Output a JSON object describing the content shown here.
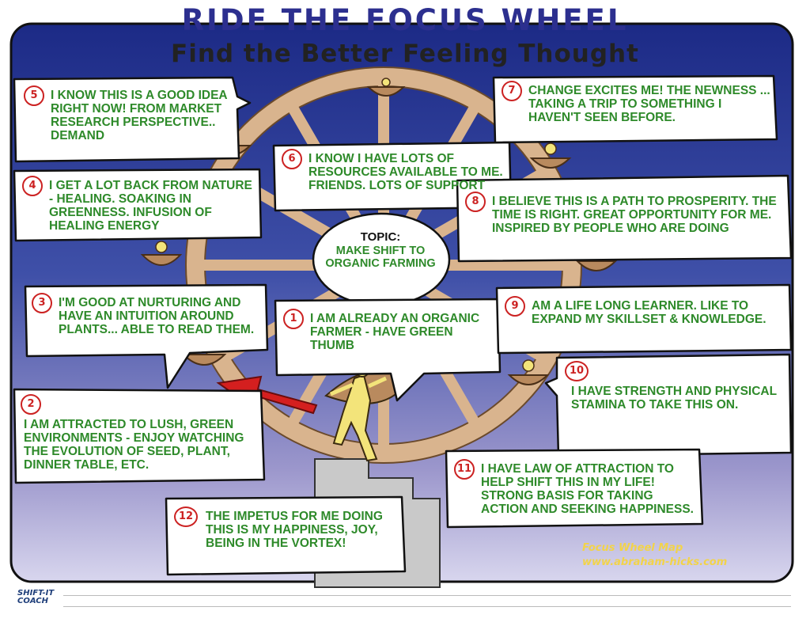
{
  "header": {
    "title": "RIDE THE FOCUS WHEEL",
    "subtitle": "Find the Better Feeling Thought"
  },
  "topic": {
    "label": "TOPIC:",
    "text": "MAKE SHIFT TO ORGANIC FARMING"
  },
  "thoughts": [
    {
      "number": "1",
      "text": "I AM ALREADY AN ORGANIC FARMER - HAVE GREEN THUMB"
    },
    {
      "number": "2",
      "text": "I AM ATTRACTED TO LUSH, GREEN ENVIRONMENTS - ENJOY WATCHING THE EVOLUTION OF SEED, PLANT, DINNER TABLE, ETC."
    },
    {
      "number": "3",
      "text": "I'M GOOD AT NURTURING AND HAVE AN INTUITION AROUND PLANTS... ABLE TO READ THEM."
    },
    {
      "number": "4",
      "text": "I GET A LOT BACK FROM NATURE - HEALING. SOAKING IN GREENNESS. INFUSION OF HEALING ENERGY"
    },
    {
      "number": "5",
      "text": "I KNOW THIS IS A GOOD IDEA RIGHT NOW! FROM MARKET RESEARCH PERSPECTIVE.. DEMAND"
    },
    {
      "number": "6",
      "text": "I KNOW I HAVE LOTS OF RESOURCES AVAILABLE TO ME. FRIENDS. LOTS OF SUPPORT"
    },
    {
      "number": "7",
      "text": "CHANGE EXCITES ME! THE NEWNESS ... TAKING A TRIP TO SOMETHING I HAVEN'T SEEN BEFORE."
    },
    {
      "number": "8",
      "text": "I BELIEVE THIS IS A PATH TO PROSPERITY. THE TIME IS RIGHT. GREAT OPPORTUNITY FOR ME. INSPIRED BY PEOPLE WHO ARE DOING"
    },
    {
      "number": "9",
      "text": "AM A LIFE LONG LEARNER. LIKE TO EXPAND MY SKILLSET & KNOWLEDGE."
    },
    {
      "number": "10",
      "text": "I HAVE STRENGTH AND PHYSICAL STAMINA TO TAKE THIS ON."
    },
    {
      "number": "11",
      "text": "I HAVE LAW OF ATTRACTION TO HELP SHIFT THIS IN MY LIFE! STRONG BASIS FOR TAKING ACTION AND SEEKING HAPPINESS."
    },
    {
      "number": "12",
      "text": "THE IMPETUS FOR ME DOING THIS IS MY HAPPINESS, JOY, BEING IN THE VORTEX!"
    }
  ],
  "credit": {
    "line1": "Focus Wheel Map",
    "line2": "www.abraham-hicks.com"
  },
  "logo": {
    "line1": "SHIFT-IT",
    "line2": "COACH"
  },
  "colors": {
    "title": "#2c2f8f",
    "thought_text": "#2e8a2a",
    "number_circle": "#cc2222",
    "wheel": "#d9b48e",
    "background_top": "#1c2a86",
    "background_bottom": "#b9b4dc",
    "arrow": "#d41f1f",
    "figure": "#f3e47a",
    "credit": "#f2d34a"
  }
}
